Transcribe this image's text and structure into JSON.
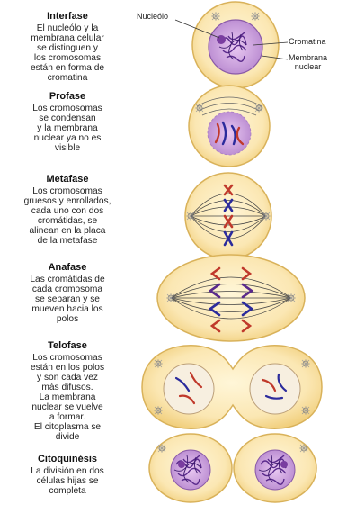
{
  "phases": [
    {
      "title": "Interfase",
      "desc": "El nucleólo y la\nmembrana celular\nse distinguen y\nlos cromosomas\nestán en forma de\ncromatina"
    },
    {
      "title": "Profase",
      "desc": "Los cromosomas\nse condensan\ny la membrana\nnuclear ya no es\nvisible"
    },
    {
      "title": "Metafase",
      "desc": "Los cromosomas\ngruesos y enrollados,\ncada uno con dos\ncromátidas, se\nalinean en la placa\nde la metafase"
    },
    {
      "title": "Anafase",
      "desc": "Las cromátidas de\ncada cromosoma\nse separan y se\nmueven hacia los\npolos"
    },
    {
      "title": "Telofase",
      "desc": "Los cromosomas\nestán en los polos\ny son cada vez\nmás difusos.\nLa membrana\nnuclear se vuelve\na formar.\nEl citoplasma se\ndivide"
    },
    {
      "title": "Citoquinésis",
      "desc": "La división en dos\ncélulas hijas se\ncompleta"
    }
  ],
  "labels": {
    "nucleolo": "Nucleólo",
    "cromatina": "Cromatina",
    "membrana": "Membrana\nnuclear"
  },
  "colors": {
    "cell_fill": "#fbe7b3",
    "cell_border": "#d9b25a",
    "nucleus_fill": "#d9b3e6",
    "chromatin": "#5a2a8c",
    "chromosome_red": "#c0392b",
    "chromosome_blue": "#2b2b9c",
    "spindle": "#444444"
  }
}
